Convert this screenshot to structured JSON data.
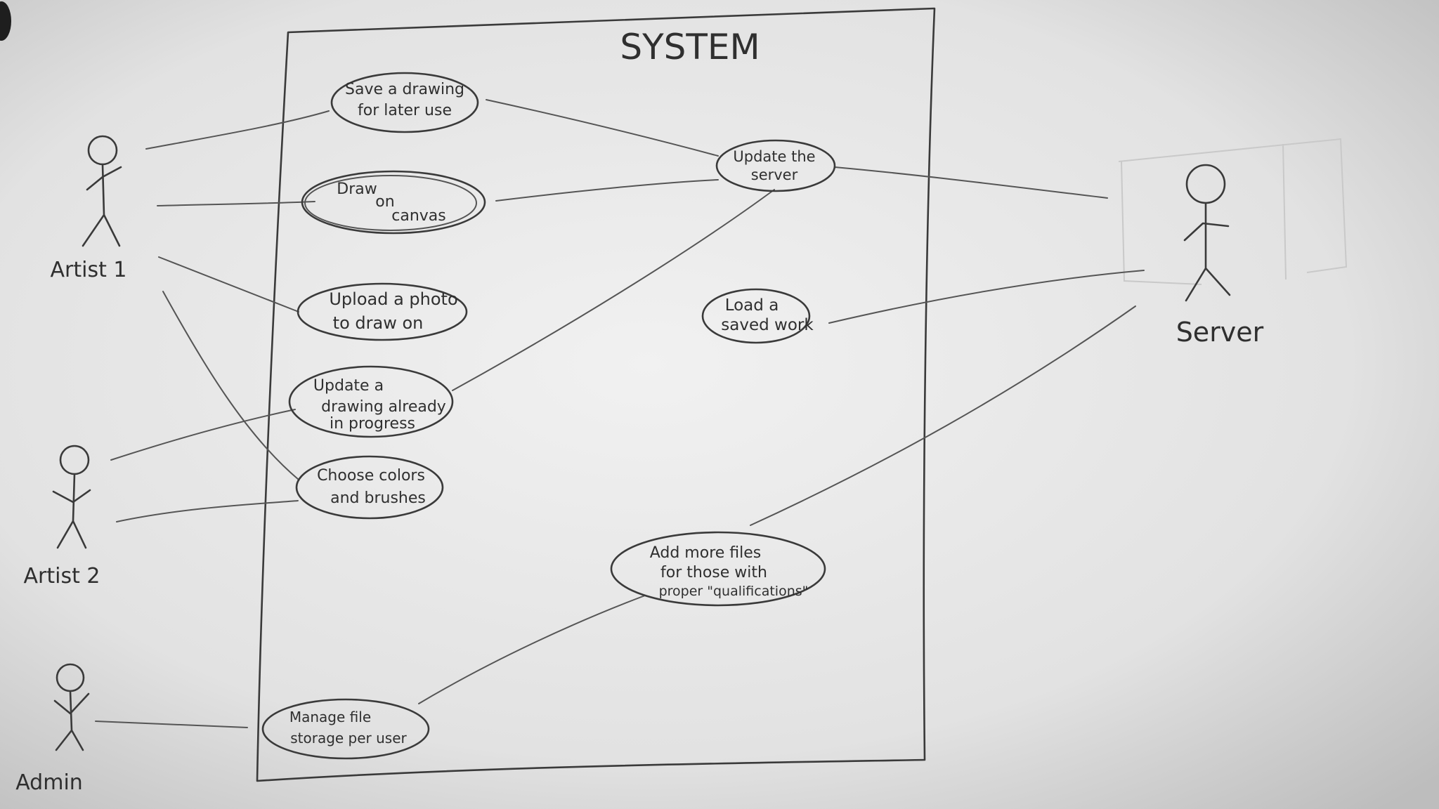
{
  "system": {
    "title": "SYSTEM"
  },
  "actors": {
    "artist1": "Artist 1",
    "artist2": "Artist 2",
    "admin": "Admin",
    "server": "Server"
  },
  "use_cases": {
    "save": [
      "Save a drawing",
      "for later use"
    ],
    "draw": [
      "Draw",
      "on",
      "canvas"
    ],
    "upload": [
      "Upload a photo",
      "to draw on"
    ],
    "update_drawing": [
      "Update a",
      "drawing already",
      "in progress"
    ],
    "choose": [
      "Choose colors",
      "and brushes"
    ],
    "update_server": [
      "Update the",
      "server"
    ],
    "load": [
      "Load a",
      "saved work"
    ],
    "add_files": [
      "Add more files",
      "for those with",
      "proper \"qualifications\""
    ],
    "manage": [
      "Manage file",
      "storage per user"
    ]
  }
}
